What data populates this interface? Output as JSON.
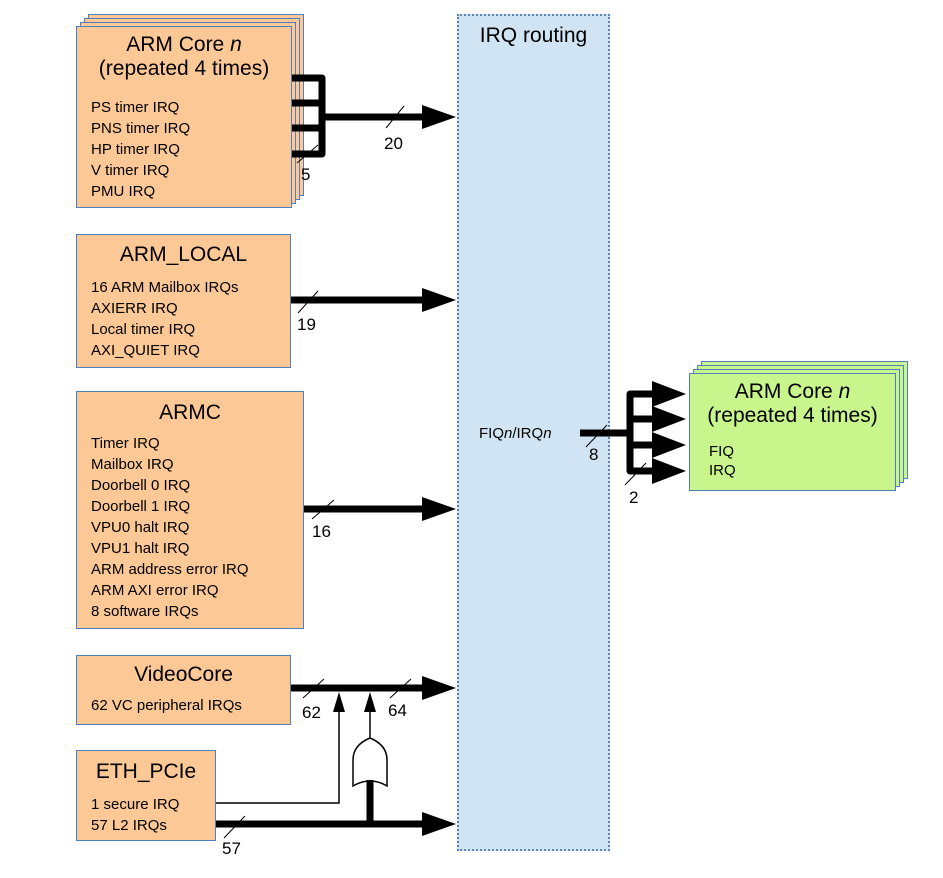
{
  "routing": {
    "title": "IRQ routing",
    "output_label_prefix": "FIQ",
    "output_label_mid": "/IRQ",
    "output_italic": "n"
  },
  "sources": {
    "arm_core": {
      "title_line1": "ARM Core ",
      "title_italic": "n",
      "title_line2": "(repeated 4 times)",
      "items": [
        "PS timer IRQ",
        "PNS timer IRQ",
        "HP timer IRQ",
        "V timer IRQ",
        "PMU IRQ"
      ],
      "per_core_width": "5",
      "bus_width": "20"
    },
    "arm_local": {
      "title": "ARM_LOCAL",
      "items": [
        "16 ARM Mailbox IRQs",
        "AXIERR IRQ",
        "Local timer IRQ",
        "AXI_QUIET IRQ"
      ],
      "bus_width": "19"
    },
    "armc": {
      "title": "ARMC",
      "items": [
        "Timer IRQ",
        "Mailbox IRQ",
        "Doorbell 0 IRQ",
        "Doorbell 1 IRQ",
        "VPU0 halt IRQ",
        "VPU1 halt IRQ",
        "ARM address error IRQ",
        "ARM AXI error IRQ",
        "8 software IRQs"
      ],
      "bus_width": "16"
    },
    "videocore": {
      "title": "VideoCore",
      "items": [
        "62 VC peripheral IRQs"
      ],
      "bus_width": "62",
      "merged_bus_width": "64"
    },
    "eth_pcie": {
      "title": "ETH_PCIe",
      "items": [
        "1 secure IRQ",
        "57 L2 IRQs"
      ],
      "bus_width": "57"
    }
  },
  "destination": {
    "title_line1": "ARM Core ",
    "title_italic": "n",
    "title_line2": "(repeated 4 times)",
    "items": [
      "FIQ",
      "IRQ"
    ],
    "bus_width": "8",
    "per_core_width": "2"
  },
  "colors": {
    "source_fill": "#fcc896",
    "dest_fill": "#c8f58c",
    "routing_fill": "#d0e4f4",
    "border": "#4f7fbd"
  }
}
